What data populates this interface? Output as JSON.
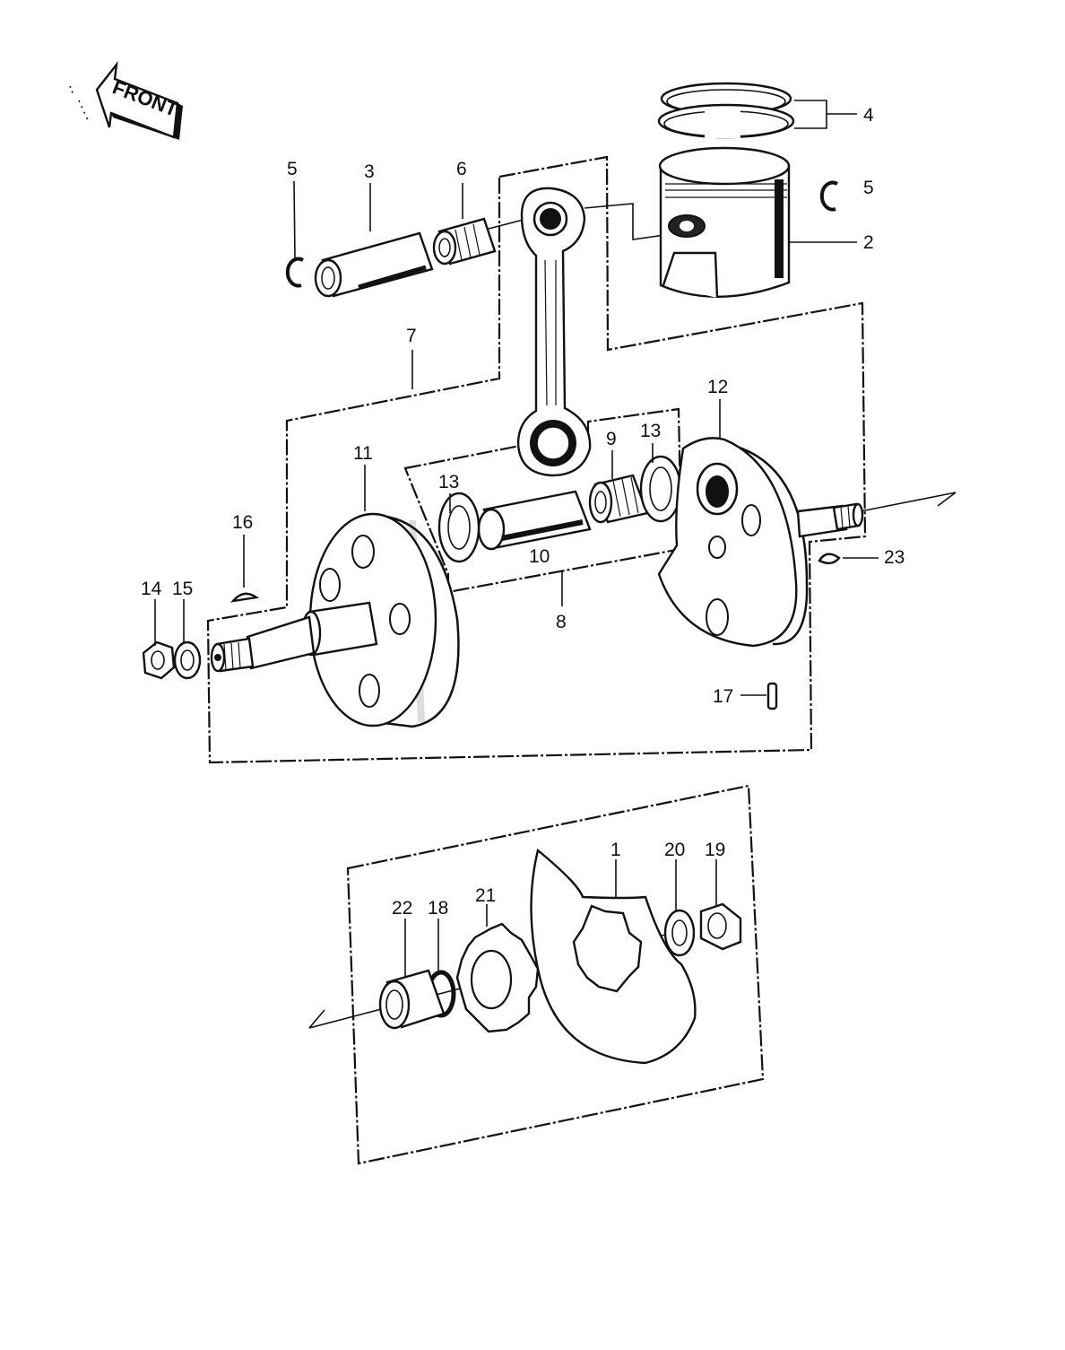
{
  "diagram": {
    "front_label": "FRONT",
    "callouts": {
      "p1": "1",
      "p2": "2",
      "p3": "3",
      "p4": "4",
      "p5a": "5",
      "p5b": "5",
      "p6": "6",
      "p7": "7",
      "p8": "8",
      "p9": "9",
      "p10": "10",
      "p11": "11",
      "p12": "12",
      "p13a": "13",
      "p13b": "13",
      "p14": "14",
      "p15": "15",
      "p16": "16",
      "p17": "17",
      "p18": "18",
      "p19": "19",
      "p20": "20",
      "p21": "21",
      "p22": "22",
      "p23": "23"
    }
  }
}
